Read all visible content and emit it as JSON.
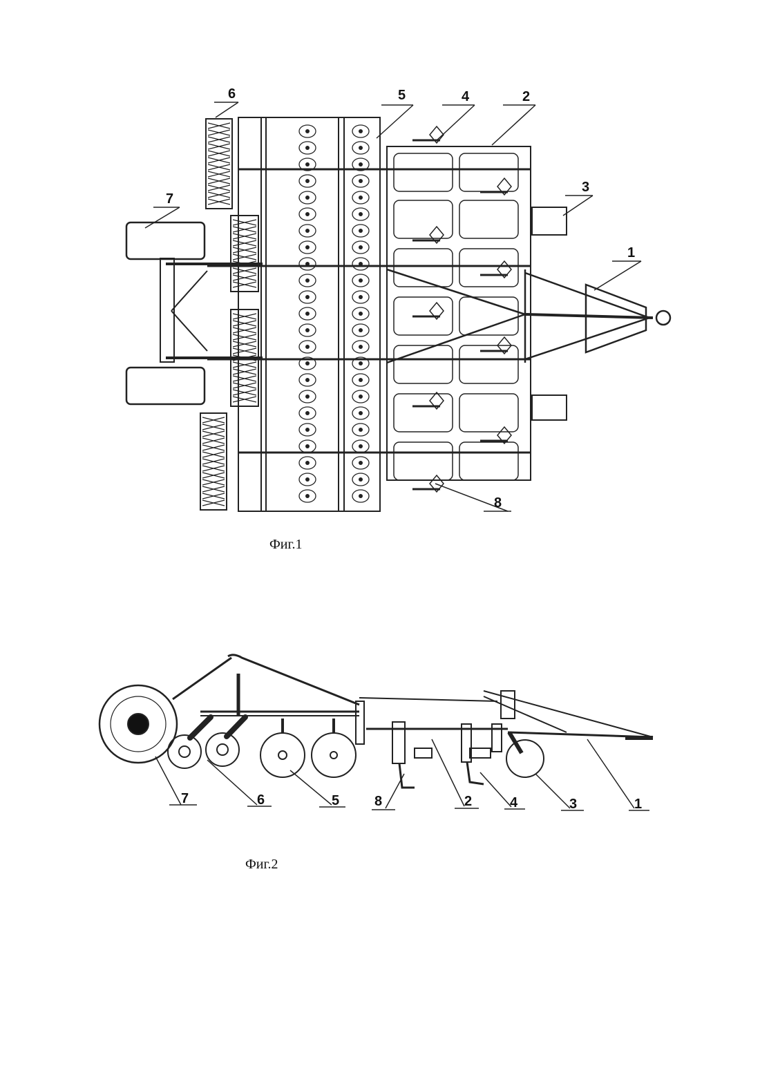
{
  "figure1": {
    "caption": "Фиг.1",
    "labels": [
      "1",
      "2",
      "3",
      "4",
      "5",
      "6",
      "7",
      "8"
    ]
  },
  "figure2": {
    "caption": "Фиг.2",
    "labels": [
      "1",
      "2",
      "3",
      "4",
      "5",
      "6",
      "7",
      "8"
    ]
  }
}
